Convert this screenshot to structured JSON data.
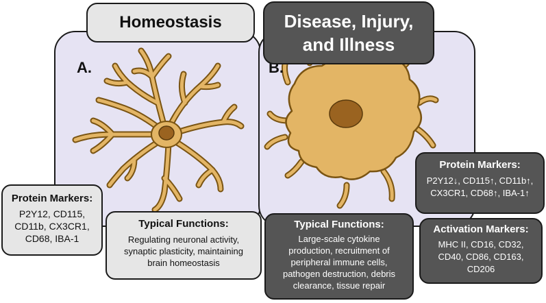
{
  "panels": {
    "left": {
      "title": "Homeostasis",
      "label": "A.",
      "protein_markers": {
        "heading": "Protein Markers:",
        "lines": [
          "P2Y12, CD115,",
          "CD11b, CX3CR1,",
          "CD68, IBA-1"
        ]
      },
      "typical_functions": {
        "heading": "Typical Functions:",
        "lines": [
          "Regulating neuronal activity,",
          "synaptic plasticity, maintaining",
          "brain homeostasis"
        ]
      }
    },
    "right": {
      "title_lines": [
        "Disease, Injury,",
        "and Illness"
      ],
      "label": "B.",
      "protein_markers": {
        "heading": "Protein Markers:",
        "lines": [
          "P2Y12↓, CD115↑, CD11b↑,",
          "CX3CR1,  CD68↑, IBA-1↑"
        ]
      },
      "activation_markers": {
        "heading": "Activation Markers:",
        "lines": [
          "MHC II, CD16, CD32,",
          "CD40, CD86, CD163,",
          "CD206"
        ]
      },
      "typical_functions": {
        "heading": "Typical Functions:",
        "lines": [
          "Large-scale cytokine",
          "production, recruitment of",
          "peripheral immune cells,",
          "pathogen destruction, debris",
          "clearance, tissue repair"
        ]
      }
    }
  },
  "colors": {
    "panel_fill": "#e6e3f3",
    "cell_fill": "#e3b565",
    "cell_stroke": "#7a5412",
    "nucleus_fill": "#9a6320",
    "light_box": "#e6e6e6",
    "dark_box": "#555555"
  }
}
